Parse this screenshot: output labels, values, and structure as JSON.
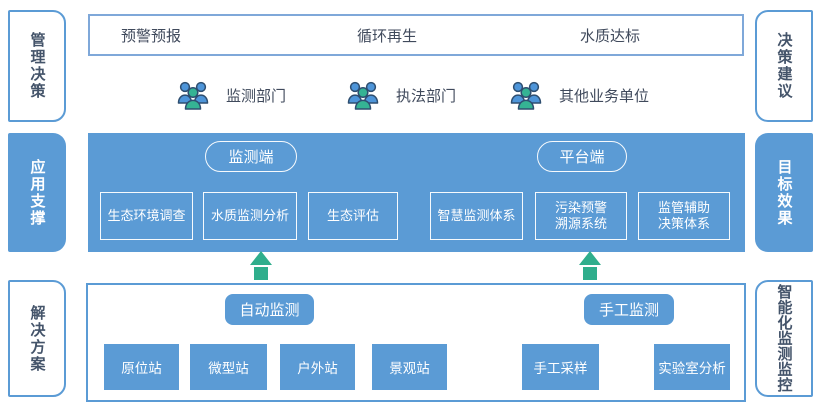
{
  "colors": {
    "primary_blue": "#5B9BD5",
    "border_light_blue": "#7FA8D9",
    "arrow_green": "#2FAE8C",
    "text_dark": "#44546A",
    "icon_person_blue": "#4E95D9",
    "icon_person_teal": "#35B394"
  },
  "sides": {
    "left": [
      "管理决策",
      "应用支撑",
      "解决方案"
    ],
    "right": [
      "决策建议",
      "目标效果",
      "智能化监测监控"
    ]
  },
  "top": {
    "goals": [
      "预警预报",
      "循环再生",
      "水质达标"
    ],
    "stakeholders": [
      "监测部门",
      "执法部门",
      "其他业务单位"
    ]
  },
  "app": {
    "monitor_pill": "监测端",
    "platform_pill": "平台端",
    "boxes": [
      "生态环境调查",
      "水质监测分析",
      "生态评估",
      "智慧监测体系",
      "污染预警\n溯源系统",
      "监管辅助\n决策体系"
    ]
  },
  "solution": {
    "auto_pill": "自动监测",
    "manual_pill": "手工监测",
    "stations": [
      "原位站",
      "微型站",
      "户外站",
      "景观站"
    ],
    "manual_steps": [
      "手工采样",
      "实验室分析"
    ]
  }
}
